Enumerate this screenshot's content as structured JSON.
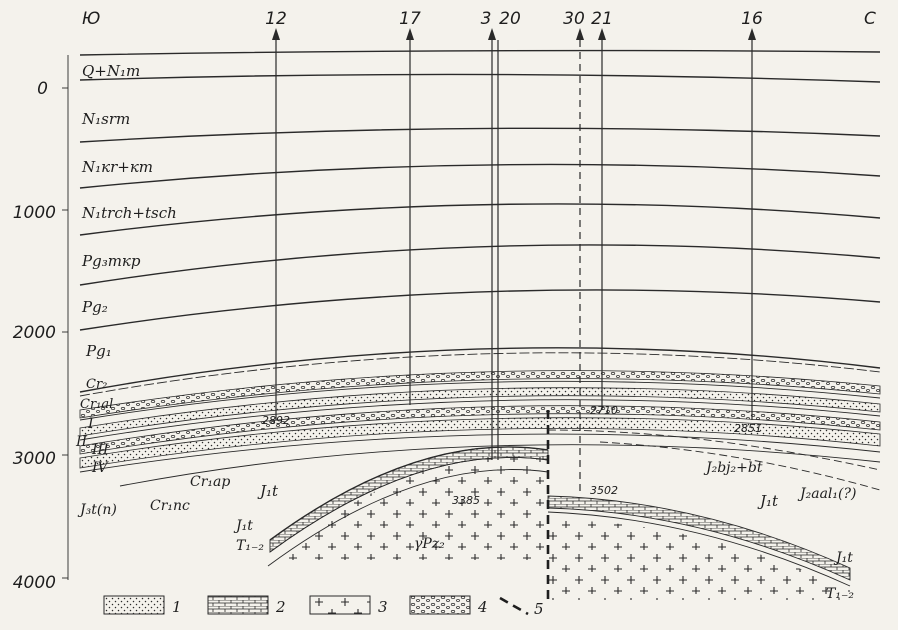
{
  "compass": {
    "south": "Ю",
    "north": "С"
  },
  "depth_axis": {
    "ticks": [
      "0",
      "1000",
      "2000",
      "3000",
      "4000"
    ]
  },
  "wells": [
    "12",
    "17",
    "3",
    "20",
    "30",
    "21",
    "16"
  ],
  "well_depths": [
    "2892",
    "2710",
    "2851",
    "3385",
    "3502"
  ],
  "strata_labels": {
    "q_n1m": "Q+N₁m",
    "n1srm": "N₁srm",
    "n1kr_km": "N₁кr+кm",
    "n1trch": "N₁trch+tsch",
    "pg3mkp": "Pg₃mкp",
    "pg2": "Pg₂",
    "pg1": "Pg₁",
    "cr2": "Cr₂",
    "cr1al": "Cr₁al",
    "roman_1": "I",
    "roman_2": "II",
    "roman_3": "III",
    "roman_4": "IV",
    "j3t_n": "J₃t(n)",
    "cr1nc": "Cr₁nc",
    "cr1ap": "Cr₁ap",
    "j1t_left": "J₁t",
    "j1t_left2": "J₁t",
    "t12_left": "T₁₋₂",
    "gamma_pz2": "γPz₂",
    "j2bj2_bt": "J₂bj₂+bt",
    "j2aal1": "J₂aal₁(?)",
    "j1t_right": "J₁t",
    "j1t_right2": "J₁t",
    "t12_right": "T₁₋₂"
  },
  "legend": [
    {
      "num": "1",
      "pattern": "sand"
    },
    {
      "num": "2",
      "pattern": "brick"
    },
    {
      "num": "3",
      "pattern": "cross"
    },
    {
      "num": "4",
      "pattern": "pebble"
    },
    {
      "num": "5",
      "pattern": "fault-line"
    }
  ]
}
